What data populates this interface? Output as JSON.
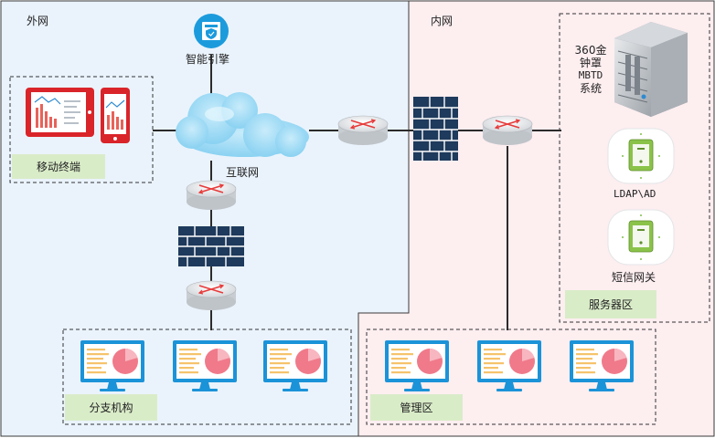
{
  "zones": {
    "outer_label": "外网",
    "inner_label": "内网"
  },
  "nodes": {
    "smart_engine": "智能引擎",
    "internet": "互联网",
    "server_360": [
      "360金",
      "钟罩",
      "MBTD",
      "系统"
    ],
    "ldap": "LDAP\\AD",
    "sms_gateway": "短信网关"
  },
  "groups": {
    "mobile": "移动终端",
    "branch": "分支机构",
    "management": "管理区",
    "server_area": "服务器区"
  },
  "colors": {
    "outer_bg": "#eaf3fc",
    "inner_bg": "#fdeef0",
    "tag_bg": "#d9ecc8",
    "firewall": "#1e3a5c",
    "monitor": "#1b93d8",
    "pie": "#f07a8a",
    "accent_red": "#d9242a"
  }
}
